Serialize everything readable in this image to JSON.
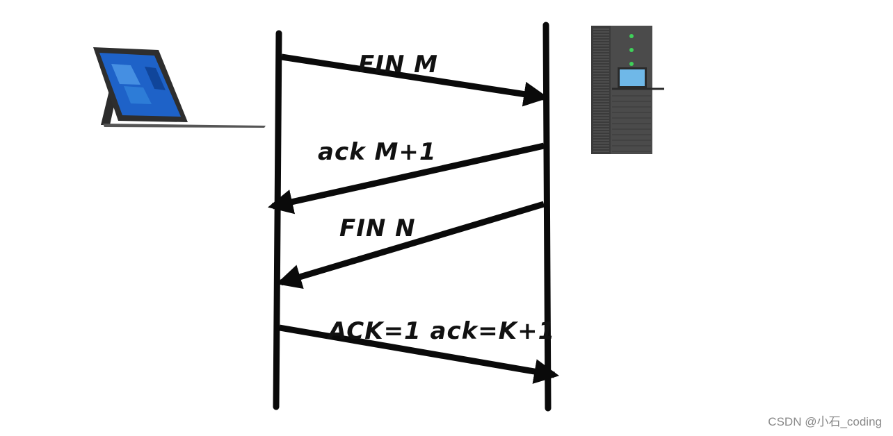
{
  "diagram": {
    "participants": [
      {
        "role": "client",
        "icon": "laptop-icon"
      },
      {
        "role": "server",
        "icon": "server-tower-icon"
      }
    ],
    "messages": [
      {
        "label": "FIN M",
        "from": "client",
        "to": "server"
      },
      {
        "label": "ack M+1",
        "from": "server",
        "to": "client"
      },
      {
        "label": "FIN N",
        "from": "server",
        "to": "client"
      },
      {
        "label": "ACK=1 ack=K+1",
        "from": "client",
        "to": "server"
      }
    ]
  },
  "watermark": "CSDN @小石_coding",
  "colors": {
    "line": "#0a0a0a",
    "laptop_body": "#3a3a3a",
    "screen": "#1e62c8",
    "server_body": "#4b4b4b",
    "led": "#3fd15a"
  }
}
